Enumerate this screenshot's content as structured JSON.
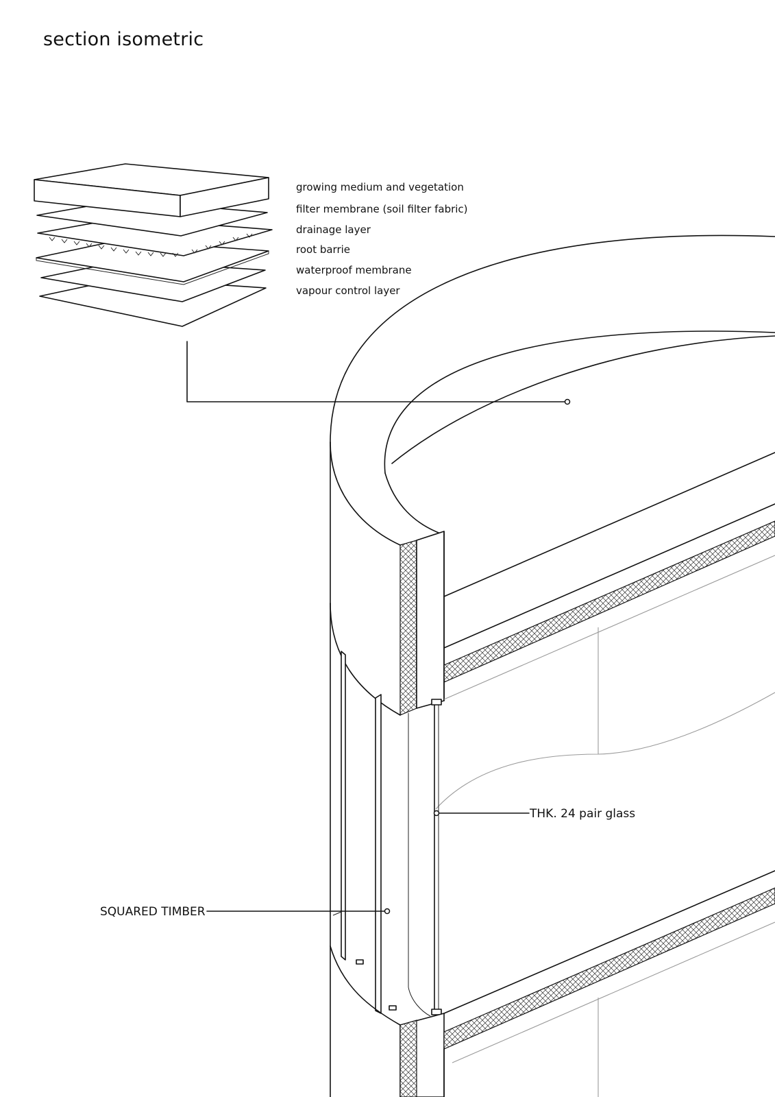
{
  "title": "section isometric",
  "roof_layers": [
    "growing medium and vegetation",
    "filter membrane (soil filter fabric)",
    "drainage layer",
    "root barrie",
    "waterproof membrane",
    "vapour control layer"
  ],
  "callouts": {
    "glass": "THK. 24 pair glass",
    "timber": "SQUARED TIMBER"
  }
}
